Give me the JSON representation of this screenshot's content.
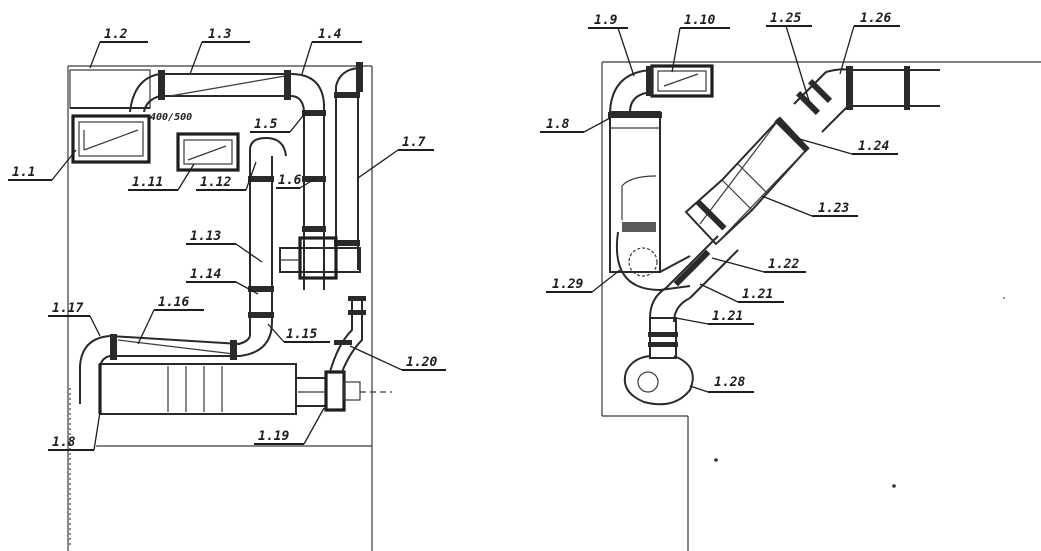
{
  "left_diagram": {
    "labels": [
      {
        "id": "l_1_1",
        "text": "1.1"
      },
      {
        "id": "l_1_2",
        "text": "1.2"
      },
      {
        "id": "l_1_3",
        "text": "1.3"
      },
      {
        "id": "l_1_4",
        "text": "1.4"
      },
      {
        "id": "l_1_5",
        "text": "1.5"
      },
      {
        "id": "l_1_6",
        "text": "1.6"
      },
      {
        "id": "l_1_7",
        "text": "1.7"
      },
      {
        "id": "l_1_8",
        "text": "1.8"
      },
      {
        "id": "l_1_11",
        "text": "1.11"
      },
      {
        "id": "l_1_12",
        "text": "1.12"
      },
      {
        "id": "l_1_13",
        "text": "1.13"
      },
      {
        "id": "l_1_14",
        "text": "1.14"
      },
      {
        "id": "l_1_15",
        "text": "1.15"
      },
      {
        "id": "l_1_16",
        "text": "1.16"
      },
      {
        "id": "l_1_17",
        "text": "1.17"
      },
      {
        "id": "l_1_19",
        "text": "1.19"
      },
      {
        "id": "l_1_20",
        "text": "1.20"
      }
    ],
    "dimension_note": "400/500"
  },
  "right_diagram": {
    "labels": [
      {
        "id": "r_1_8",
        "text": "1.8"
      },
      {
        "id": "r_1_9",
        "text": "1.9"
      },
      {
        "id": "r_1_10",
        "text": "1.10"
      },
      {
        "id": "r_1_21a",
        "text": "1.21"
      },
      {
        "id": "r_1_21b",
        "text": "1.21"
      },
      {
        "id": "r_1_22",
        "text": "1.22"
      },
      {
        "id": "r_1_23",
        "text": "1.23"
      },
      {
        "id": "r_1_24",
        "text": "1.24"
      },
      {
        "id": "r_1_25",
        "text": "1.25"
      },
      {
        "id": "r_1_26",
        "text": "1.26"
      },
      {
        "id": "r_1_28",
        "text": "1.28"
      },
      {
        "id": "r_1_29",
        "text": "1.29"
      }
    ]
  }
}
